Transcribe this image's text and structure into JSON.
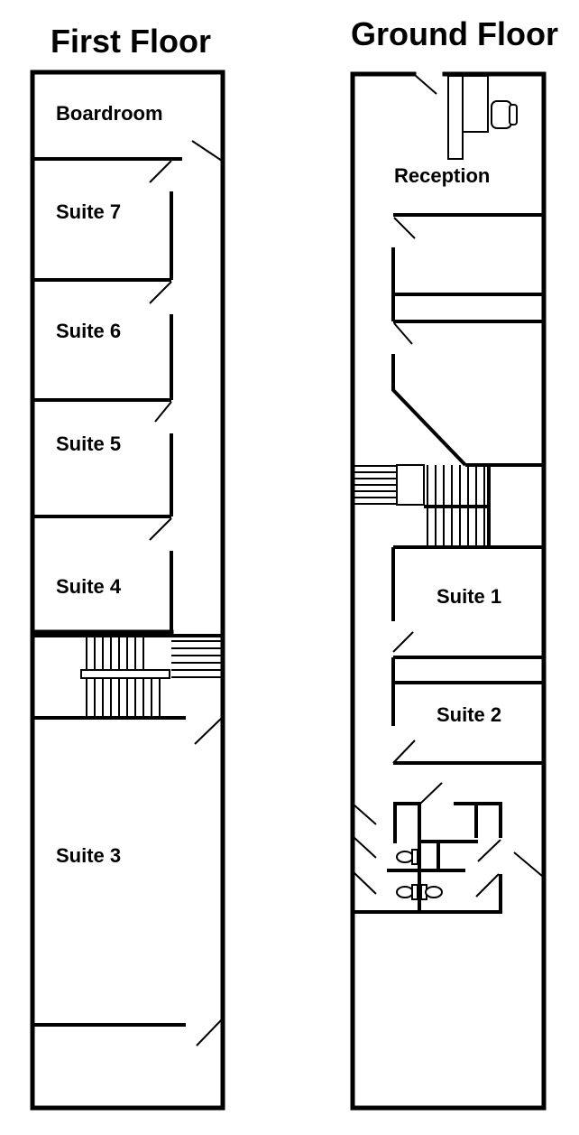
{
  "first_floor": {
    "title": "First Floor",
    "rooms": {
      "boardroom": "Boardroom",
      "suite7": "Suite 7",
      "suite6": "Suite 6",
      "suite5": "Suite 5",
      "suite4": "Suite 4",
      "suite3": "Suite 3"
    }
  },
  "ground_floor": {
    "title": "Ground Floor",
    "rooms": {
      "reception": "Reception",
      "suite1": "Suite 1",
      "suite2": "Suite 2"
    }
  }
}
